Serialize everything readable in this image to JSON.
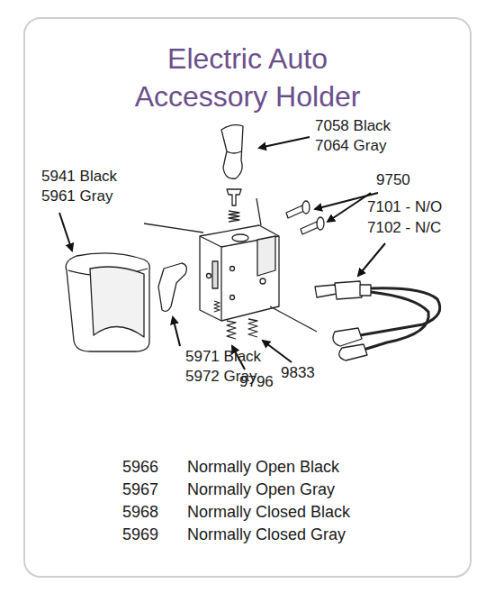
{
  "diagram": {
    "title": "Electric Auto Accessory Holder",
    "labels": [
      "7058 Black",
      "7064 Gray",
      "5941 Black",
      "5961 Gray",
      "9750",
      "7101 - N/O",
      "7102 - N/C",
      "5971 Black",
      "5972 Gray",
      "9796",
      "9833",
      "5966",
      "Normally Open Black",
      "5967",
      "Normally Open Gray",
      "5968",
      "Normally Closed Black",
      "5969",
      "Normally Closed Gray"
    ]
  }
}
